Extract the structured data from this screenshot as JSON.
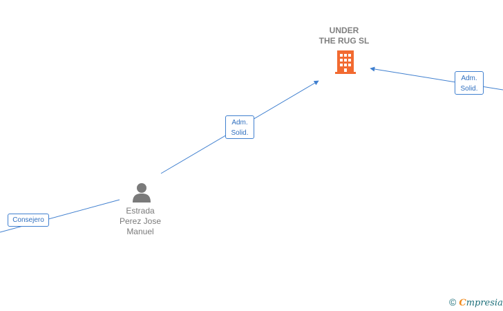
{
  "nodes": {
    "company": {
      "name": "UNDER\nTHE RUG  SL",
      "icon": "building-icon",
      "color": "#f26a30"
    },
    "person": {
      "name": "Estrada\nPerez Jose\nManuel",
      "icon": "person-icon",
      "color": "#7a7a7a"
    }
  },
  "edges": {
    "person_to_company": {
      "label": "Adm.\nSolid."
    },
    "right_to_company": {
      "label": "Adm.\nSolid."
    },
    "left_to_person": {
      "label": "Consejero"
    }
  },
  "watermark": {
    "symbol": "©",
    "brand_initial": "C",
    "brand_rest": "mpresia"
  },
  "colors": {
    "edge": "#3f7fcf",
    "company": "#f26a30",
    "person": "#7a7a7a"
  }
}
